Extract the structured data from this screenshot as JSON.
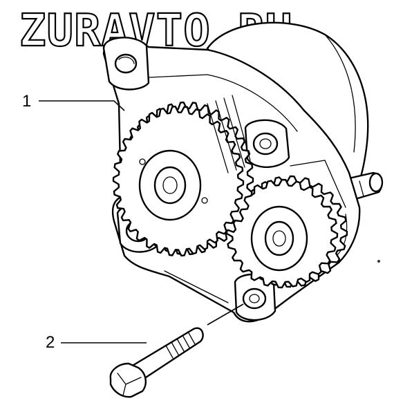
{
  "watermark": "ZURAVTO.RU",
  "callouts": [
    {
      "number": "1",
      "target": "oil-pump-assembly"
    },
    {
      "number": "2",
      "target": "mounting-bolt"
    }
  ],
  "gears": {
    "drive_teeth": 34,
    "driven_teeth": 24
  }
}
